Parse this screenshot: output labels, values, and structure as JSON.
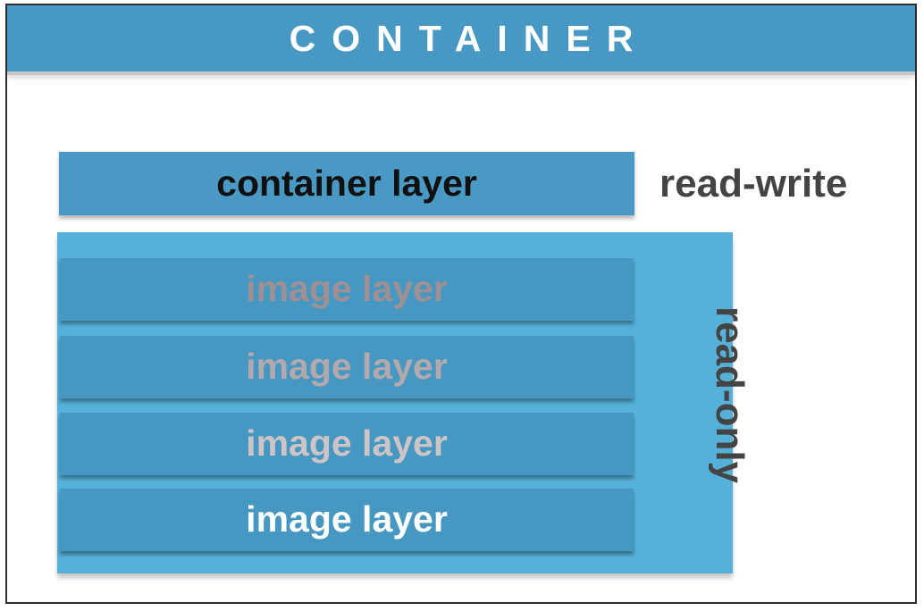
{
  "header": {
    "title": "CONTAINER"
  },
  "container_layer": {
    "label": "container layer"
  },
  "labels": {
    "read_write": "read-write",
    "read_only": "read-only"
  },
  "image_layers": [
    {
      "label": "image layer"
    },
    {
      "label": "image layer"
    },
    {
      "label": "image layer"
    },
    {
      "label": "image layer"
    }
  ],
  "colors": {
    "header_blue": "#4799c3",
    "layer_blue": "#4697c2",
    "read_only_block": "#56b1da",
    "label_gray": "#444444"
  }
}
